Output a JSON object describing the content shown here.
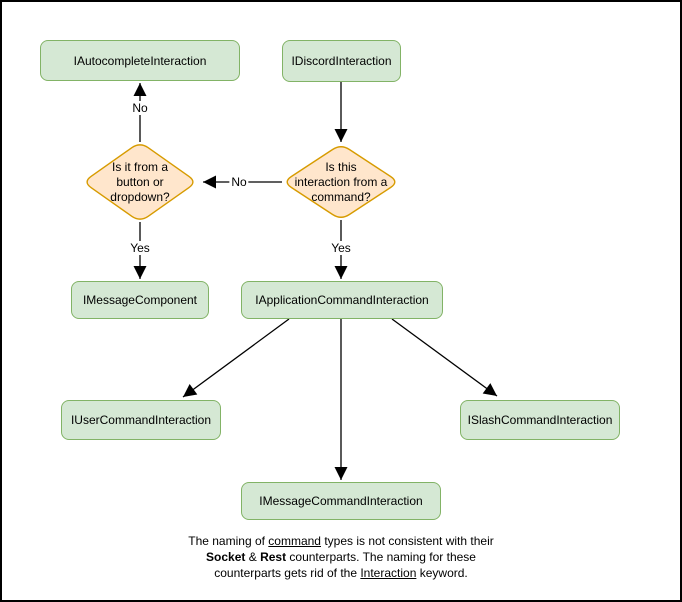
{
  "diagram": {
    "nodes": {
      "autocomplete": "IAutocompleteInteraction",
      "discord": "IDiscordInteraction",
      "message_component": "IMessageComponent",
      "application_command": "IApplicationCommandInteraction",
      "user_command": "IUserCommandInteraction",
      "slash_command": "ISlashCommandInteraction",
      "message_command": "IMessageCommandInteraction"
    },
    "decisions": {
      "button_dropdown": {
        "line1": "Is it from a",
        "line2": "button or",
        "line3": "dropdown?"
      },
      "from_command": {
        "line1": "Is this",
        "line2": "interaction from a",
        "line3": "command?"
      }
    },
    "edge_labels": {
      "no_up": "No",
      "no_left": "No",
      "yes_left": "Yes",
      "yes_right": "Yes"
    },
    "colors": {
      "node_fill": "#d5e8d4",
      "node_border": "#82b366",
      "decision_fill": "#ffe6cc",
      "decision_border": "#d79b00",
      "arrow": "#000000"
    },
    "note": {
      "l1a": "The naming of ",
      "l1b": "command",
      "l1c": " types is not consistent with their",
      "l2a": "Socket",
      "l2b": " & ",
      "l2c": "Rest",
      "l2d": " counterparts. The naming for these",
      "l3a": "counterparts gets rid of the ",
      "l3b": "Interaction",
      "l3c": " keyword."
    }
  }
}
